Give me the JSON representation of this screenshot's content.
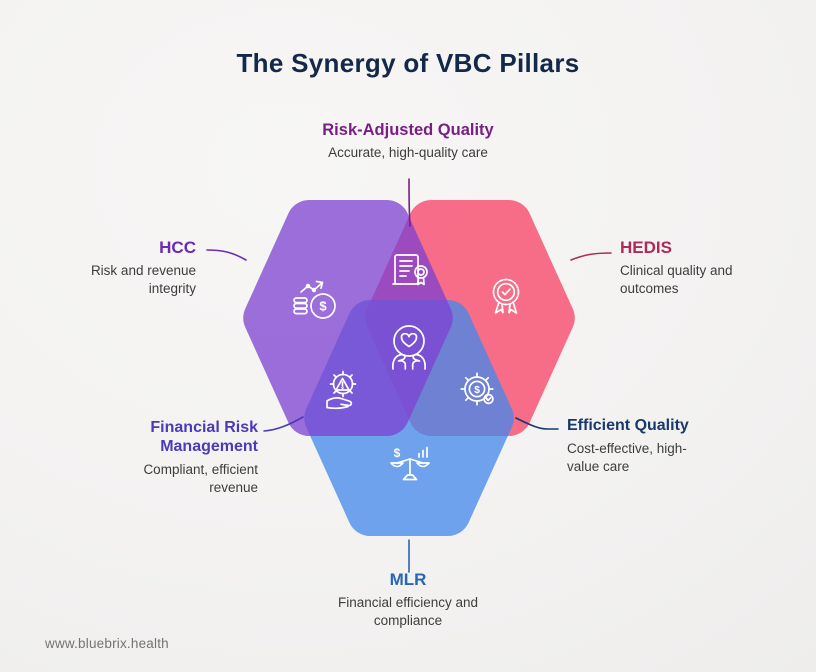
{
  "title": "The Synergy of VBC Pillars",
  "colors": {
    "title": "#14294A",
    "raq": "#7A1E86",
    "hcc": "#6A2BB5",
    "hedis": "#AE2B59",
    "frm": "#4A3AB8",
    "eq": "#17396B",
    "mlr": "#2A65B5",
    "desc": "#3D3D3D",
    "footer_text": "#75736F",
    "hex_purple": "#7E41D2",
    "hex_pink": "#F83F64",
    "hex_blue": "#4288EC",
    "icon_stroke": "#FFFFFF"
  },
  "labels": {
    "risk_adjusted_quality": {
      "title": "Risk-Adjusted Quality",
      "desc": "Accurate, high-quality care"
    },
    "hcc": {
      "title": "HCC",
      "desc": "Risk and revenue integrity"
    },
    "hedis": {
      "title": "HEDIS",
      "desc": "Clinical quality and outcomes"
    },
    "financial_risk_management": {
      "title": "Financial Risk Management",
      "desc": "Compliant, efficient revenue"
    },
    "efficient_quality": {
      "title": "Efficient Quality",
      "desc": "Cost-effective, high-value care"
    },
    "mlr": {
      "title": "MLR",
      "desc": "Financial efficiency and compliance"
    }
  },
  "icons": [
    "coins-growth-icon",
    "certificate-seal-icon",
    "medal-check-icon",
    "hands-heart-icon",
    "hand-gear-warning-icon",
    "gear-dollar-check-icon",
    "balance-scale-icon"
  ],
  "glyphs": {
    "dollar": "$"
  },
  "footer": {
    "url": "www.bluebrix.health"
  }
}
